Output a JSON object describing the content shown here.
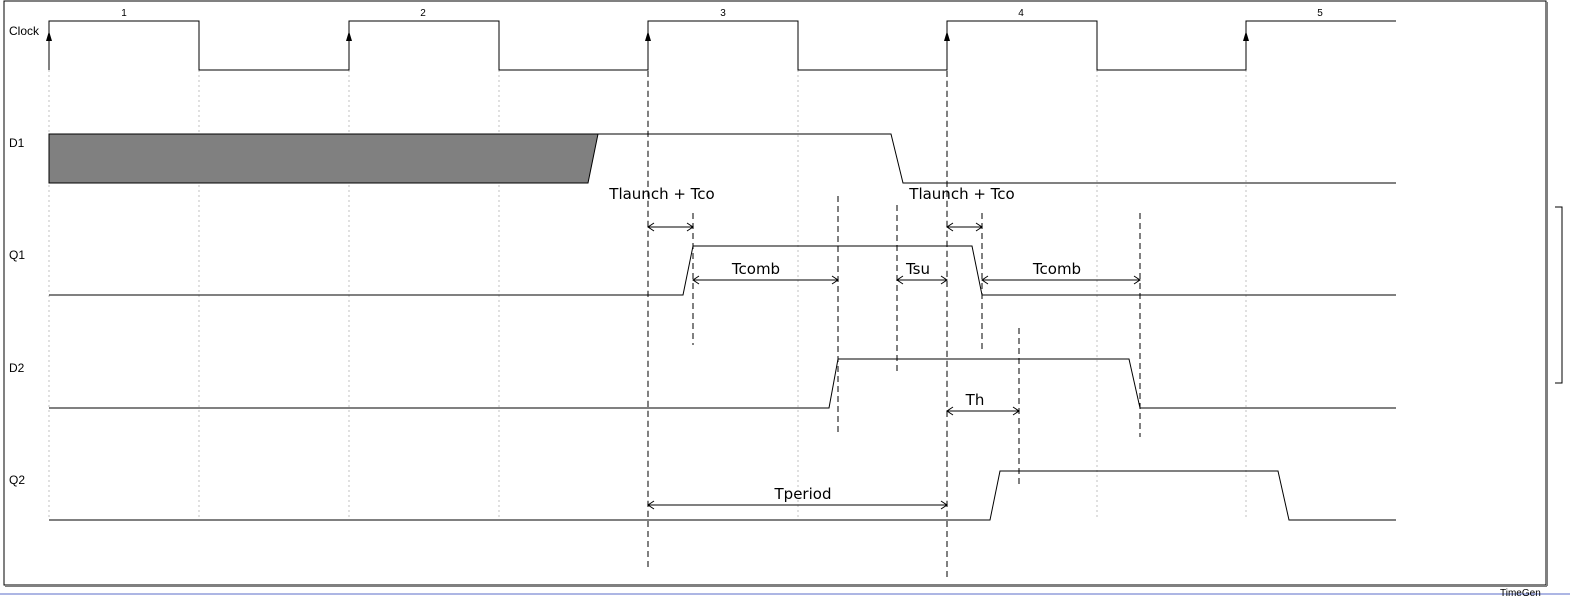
{
  "app": {
    "footer_label": "TimeGen"
  },
  "colors": {
    "waveform": "#000000",
    "bus_fill": "#808080",
    "gridline": "#c0c0c0",
    "frame": "#000000"
  },
  "cycles": [
    "1",
    "2",
    "3",
    "4",
    "5"
  ],
  "signals": [
    {
      "name": "Clock",
      "type": "clock"
    },
    {
      "name": "D1",
      "type": "bus_then_pulse"
    },
    {
      "name": "Q1",
      "type": "pulse"
    },
    {
      "name": "D2",
      "type": "pulse"
    },
    {
      "name": "Q2",
      "type": "pulse"
    }
  ],
  "annotations": {
    "tlaunch_tco_1": "Tlaunch + Tco",
    "tlaunch_tco_2": "Tlaunch + Tco",
    "tcomb_1": "Tcomb",
    "tsu": "Tsu",
    "tcomb_2": "Tcomb",
    "th": "Th",
    "tperiod": "Tperiod"
  }
}
